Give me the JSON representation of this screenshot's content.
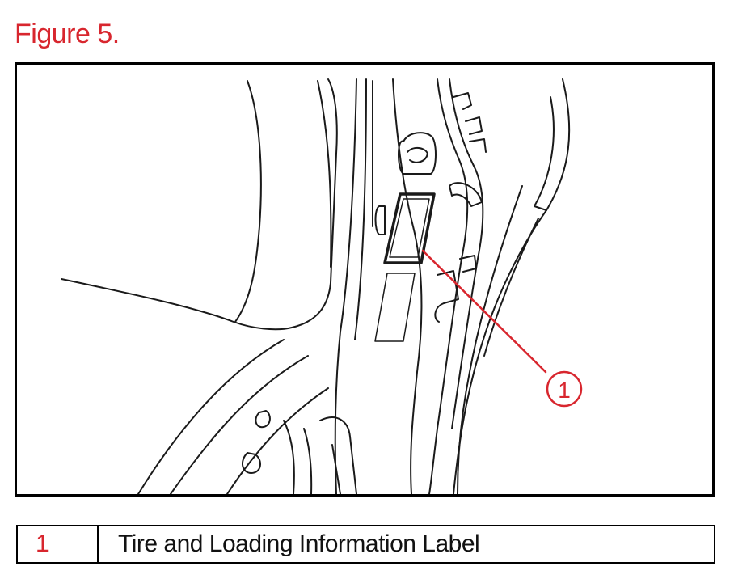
{
  "figure": {
    "title": "Figure 5.",
    "accent_color": "#d8262e",
    "callout_label": "1"
  },
  "legend": {
    "rows": [
      {
        "number": "1",
        "description": "Tire and Loading Information Label"
      }
    ]
  }
}
